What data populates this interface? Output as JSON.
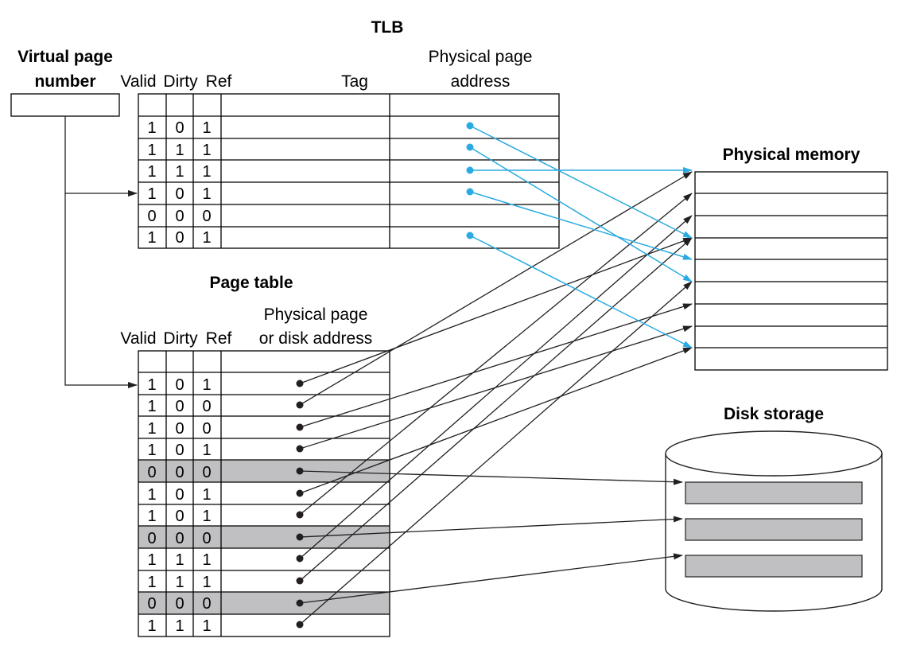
{
  "labels": {
    "tlb_title": "TLB",
    "virtual_page_number_line1": "Virtual page",
    "virtual_page_number_line2": "number",
    "physical_memory": "Physical memory",
    "page_table_title": "Page table",
    "disk_storage": "Disk storage"
  },
  "tlb": {
    "headers": {
      "valid": "Valid",
      "dirty": "Dirty",
      "ref": "Ref",
      "tag": "Tag",
      "physical_line1": "Physical page",
      "physical_line2": "address"
    },
    "rows": [
      {
        "valid": "1",
        "dirty": "0",
        "ref": "1"
      },
      {
        "valid": "1",
        "dirty": "1",
        "ref": "1"
      },
      {
        "valid": "1",
        "dirty": "1",
        "ref": "1"
      },
      {
        "valid": "1",
        "dirty": "0",
        "ref": "1"
      },
      {
        "valid": "0",
        "dirty": "0",
        "ref": "0"
      },
      {
        "valid": "1",
        "dirty": "0",
        "ref": "1"
      }
    ]
  },
  "page_table": {
    "headers": {
      "valid": "Valid",
      "dirty": "Dirty",
      "ref": "Ref",
      "physical_line1": "Physical page",
      "physical_line2": "or disk address"
    },
    "rows": [
      {
        "valid": "1",
        "dirty": "0",
        "ref": "1"
      },
      {
        "valid": "1",
        "dirty": "0",
        "ref": "0"
      },
      {
        "valid": "1",
        "dirty": "0",
        "ref": "0"
      },
      {
        "valid": "1",
        "dirty": "0",
        "ref": "1"
      },
      {
        "valid": "0",
        "dirty": "0",
        "ref": "0"
      },
      {
        "valid": "1",
        "dirty": "0",
        "ref": "1"
      },
      {
        "valid": "1",
        "dirty": "0",
        "ref": "1"
      },
      {
        "valid": "0",
        "dirty": "0",
        "ref": "0"
      },
      {
        "valid": "1",
        "dirty": "1",
        "ref": "1"
      },
      {
        "valid": "1",
        "dirty": "1",
        "ref": "1"
      },
      {
        "valid": "0",
        "dirty": "0",
        "ref": "0"
      },
      {
        "valid": "1",
        "dirty": "1",
        "ref": "1"
      }
    ]
  },
  "colors": {
    "tlb_arrow": "#29abe2",
    "arrow": "#231f20",
    "not_resident_row": "#c0c0c2",
    "disk_block": "#c0c0c2"
  }
}
